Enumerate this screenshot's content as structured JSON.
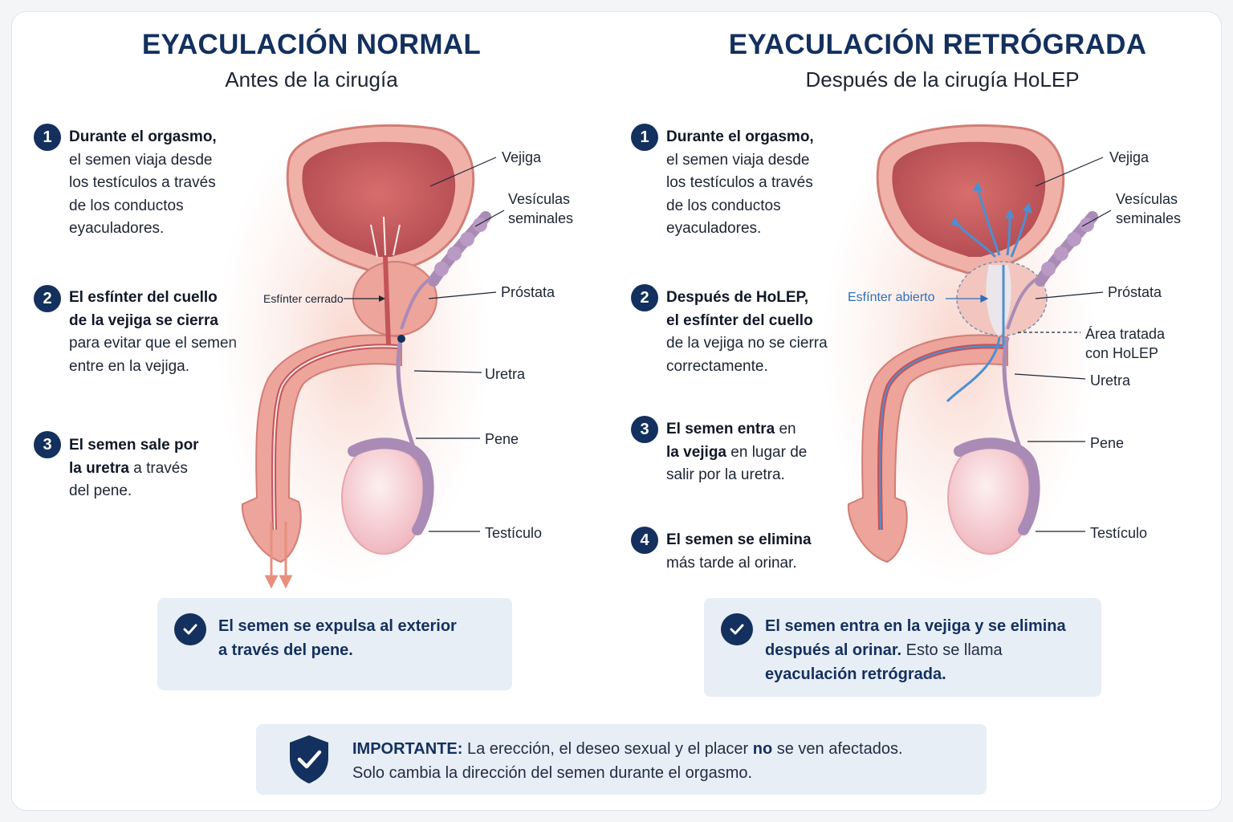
{
  "left": {
    "title": "EYACULACIÓN NORMAL",
    "subtitle": "Antes de la cirugía",
    "steps": [
      {
        "n": "1",
        "bold": "Durante el orgasmo,",
        "l2": "el semen viaja desde",
        "l3": "los testículos a través",
        "l4": "de los conductos",
        "l5": "eyaculadores."
      },
      {
        "n": "2",
        "b1": "El esfínter del cuello",
        "b2": "de la vejiga se cierra",
        "l3": "para evitar que el semen",
        "l4": "entre en la vejiga."
      },
      {
        "n": "3",
        "b1": "El semen sale por",
        "b2": "la uretra",
        "t2": " a través",
        "l3": "del pene."
      }
    ],
    "labels": {
      "vejiga": "Vejiga",
      "vesiculas1": "Vesículas",
      "vesiculas2": "seminales",
      "prostata": "Próstata",
      "esfinter": "Esfínter cerrado",
      "uretra": "Uretra",
      "pene": "Pene",
      "testiculo": "Testículo"
    },
    "result": {
      "line1": "El semen se expulsa al exterior",
      "line2": "a través del pene."
    }
  },
  "right": {
    "title": "EYACULACIÓN RETRÓGRADA",
    "subtitle": "Después de la cirugía HoLEP",
    "steps": [
      {
        "n": "1",
        "bold": "Durante el orgasmo,",
        "l2": "el semen viaja desde",
        "l3": "los testículos a través",
        "l4": "de los conductos",
        "l5": "eyaculadores."
      },
      {
        "n": "2",
        "b1": "Después de HoLEP,",
        "b2": "el esfínter del cuello",
        "l3": "de la vejiga no se cierra",
        "l4": "correctamente."
      },
      {
        "n": "3",
        "b1": "El semen entra",
        "t1": " en",
        "b2": "la vejiga",
        "t2": " en lugar de",
        "l3": "salir por la uretra."
      },
      {
        "n": "4",
        "b1": "El semen se elimina",
        "l2": "más tarde al orinar."
      }
    ],
    "labels": {
      "vejiga": "Vejiga",
      "vesiculas1": "Vesículas",
      "vesiculas2": "seminales",
      "prostata": "Próstata",
      "esfinter": "Esfínter abierto",
      "area1": "Área tratada",
      "area2": "con HoLEP",
      "uretra": "Uretra",
      "pene": "Pene",
      "testiculo": "Testículo"
    },
    "result": {
      "b1": "El semen entra en la vejiga y se elimina",
      "b2": "después al orinar.",
      "t2": " Esto se llama",
      "b3": "eyaculación retrógrada."
    }
  },
  "important": {
    "label": "IMPORTANTE:",
    "text1a": " La erección, el deseo sexual y el placer ",
    "text1b": "no",
    "text1c": " se ven afectados.",
    "text2": "Solo cambia la dirección del semen durante el orgasmo."
  },
  "colors": {
    "navy": "#13305e",
    "tissue": "#eda49a",
    "bladder": "#c85a5e",
    "vessel": "#a98bb6",
    "arrow_blue": "#4d8fd0",
    "box_bg": "#e8eef6"
  },
  "icons": {
    "check": "check-circle-icon",
    "shield": "shield-check-icon"
  }
}
